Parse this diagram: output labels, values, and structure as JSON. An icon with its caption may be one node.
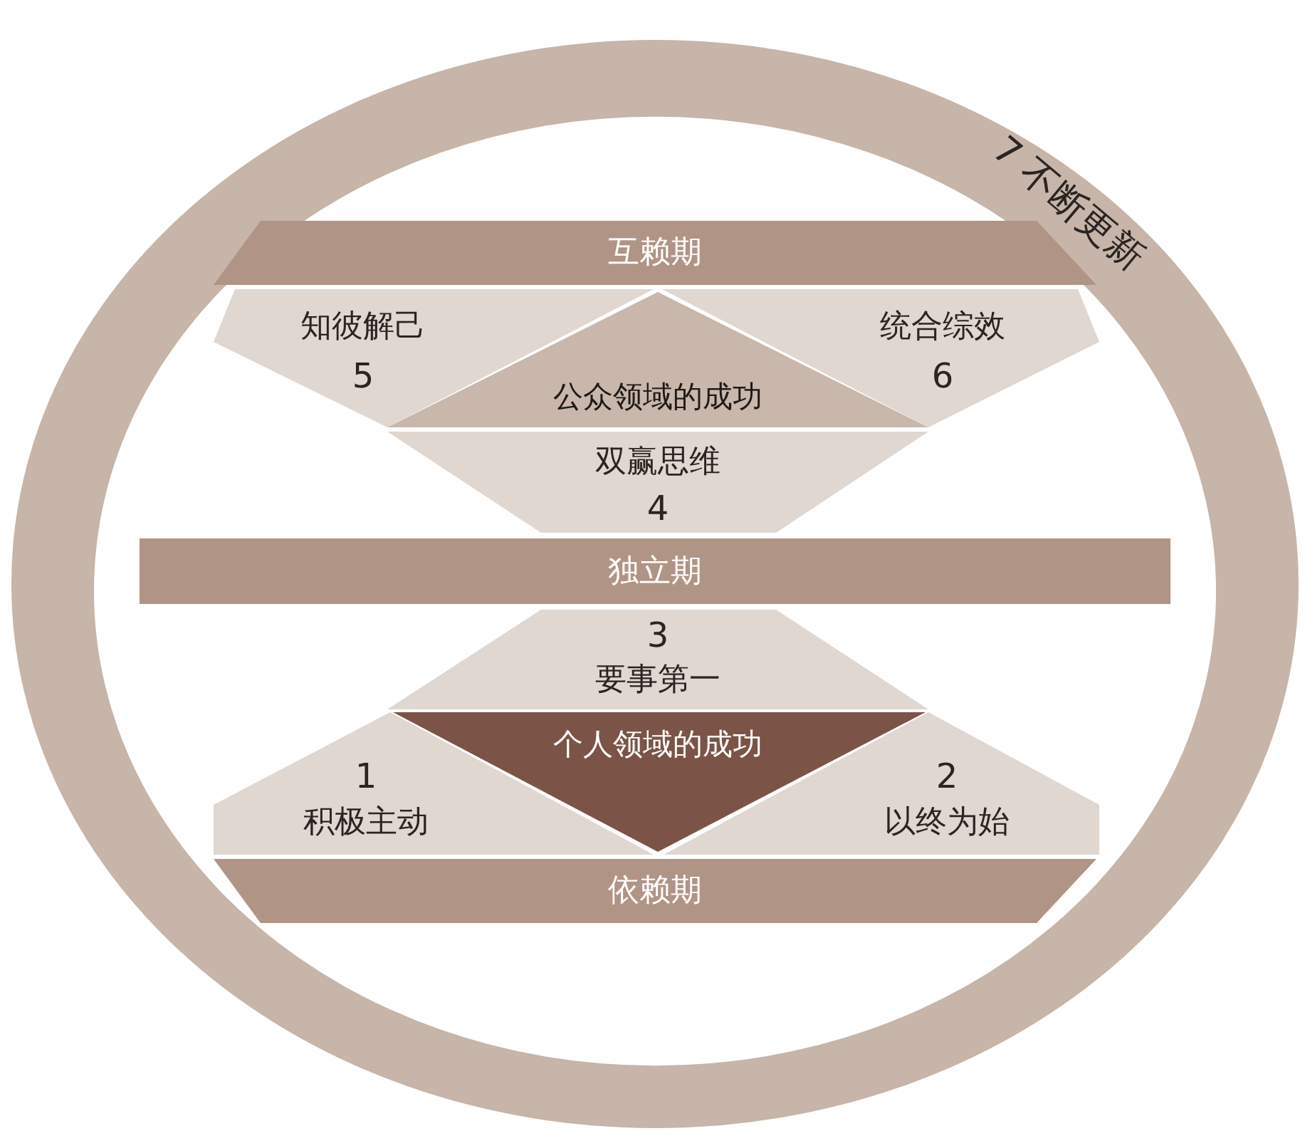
{
  "diagram": {
    "nodes": [
      {
        "text": [
          "7 不断更新"
        ]
      },
      {
        "text": [
          "互赖期"
        ],
        "in": 0
      },
      {
        "text": [
          "知彼解己",
          "5"
        ],
        "in": 0
      },
      {
        "text": [
          "公众领域的成功"
        ],
        "in": 0
      },
      {
        "text": [
          "统合综效",
          "6"
        ],
        "in": 0
      },
      {
        "text": [
          "双赢思维",
          "4"
        ],
        "in": 0
      },
      {
        "text": [
          "独立期"
        ],
        "in": 0
      },
      {
        "text": [
          "3",
          "要事第一"
        ],
        "in": 0
      },
      {
        "text": [
          "1",
          "积极主动"
        ],
        "in": 0
      },
      {
        "text": [
          "个人领域的成功"
        ],
        "in": 0
      },
      {
        "text": [
          "2",
          "以终为始"
        ],
        "in": 0
      },
      {
        "text": [
          "依赖期"
        ],
        "in": 0
      }
    ]
  }
}
